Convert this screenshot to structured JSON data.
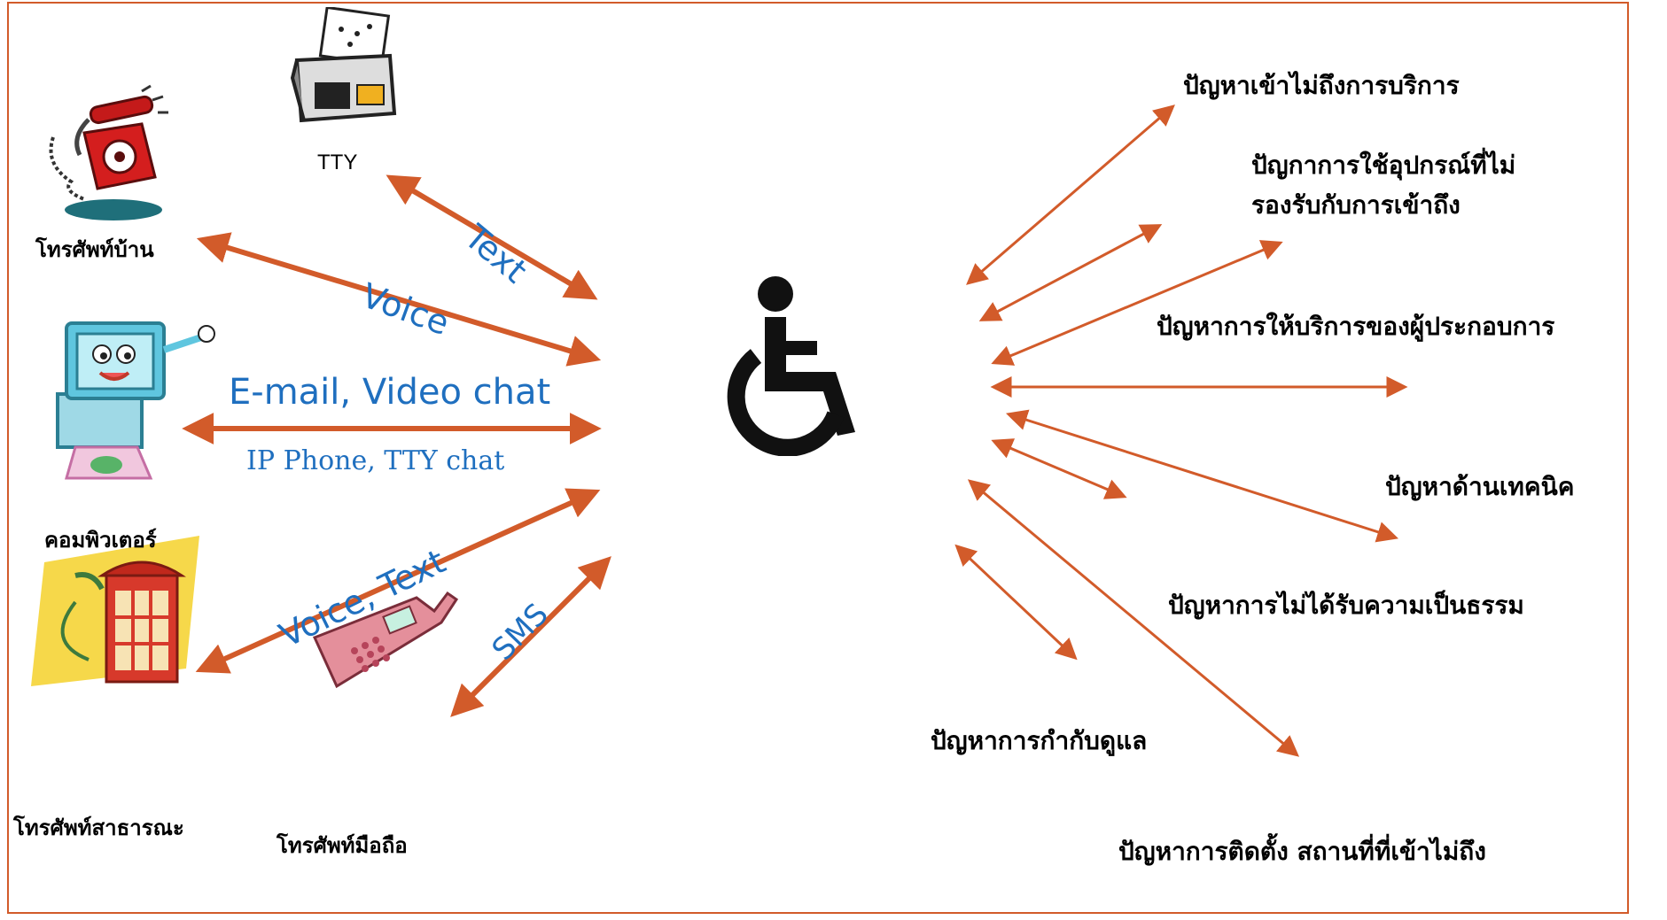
{
  "colors": {
    "arrow": "#d25b2a",
    "channel_text": "#1f6fbf",
    "frame": "#d25b2a"
  },
  "devices": {
    "landline": {
      "label": "โทรศัพท์บ้าน",
      "icon": "red-telephone-icon"
    },
    "tty": {
      "label": "TTY",
      "icon": "fax-machine-icon"
    },
    "computer": {
      "label": "คอมพิวเตอร์",
      "icon": "cartoon-computer-icon"
    },
    "payphone": {
      "label": "โทรศัพท์สาธารณะ",
      "icon": "phone-booth-icon"
    },
    "mobile": {
      "label": "โทรศัพท์มือถือ",
      "icon": "mobile-phone-icon"
    }
  },
  "channels": {
    "text": "Text",
    "voice": "Voice",
    "email_video": "E-mail, Video chat",
    "ip_tty": "IP Phone, TTY chat",
    "voice_text": "Voice, Text",
    "sms": "SMS"
  },
  "center_icon": "wheelchair-icon",
  "problems": {
    "access": "ปัญหาเข้าไม่ถึงการบริการ",
    "device_line1": "ปัญกาการใช้อุปกรณ์ที่ไม่",
    "device_line2": "รองรับกับการเข้าถึง",
    "operator": "ปัญหาการให้บริการของผู้ประกอบการ",
    "technical": "ปัญหาด้านเทคนิค",
    "fairness": "ปัญหาการไม่ได้รับความเป็นธรรม",
    "regulation": "ปัญหาการกำกับดูแล",
    "installation": "ปัญหาการติดตั้ง สถานที่ที่เข้าไม่ถึง"
  }
}
